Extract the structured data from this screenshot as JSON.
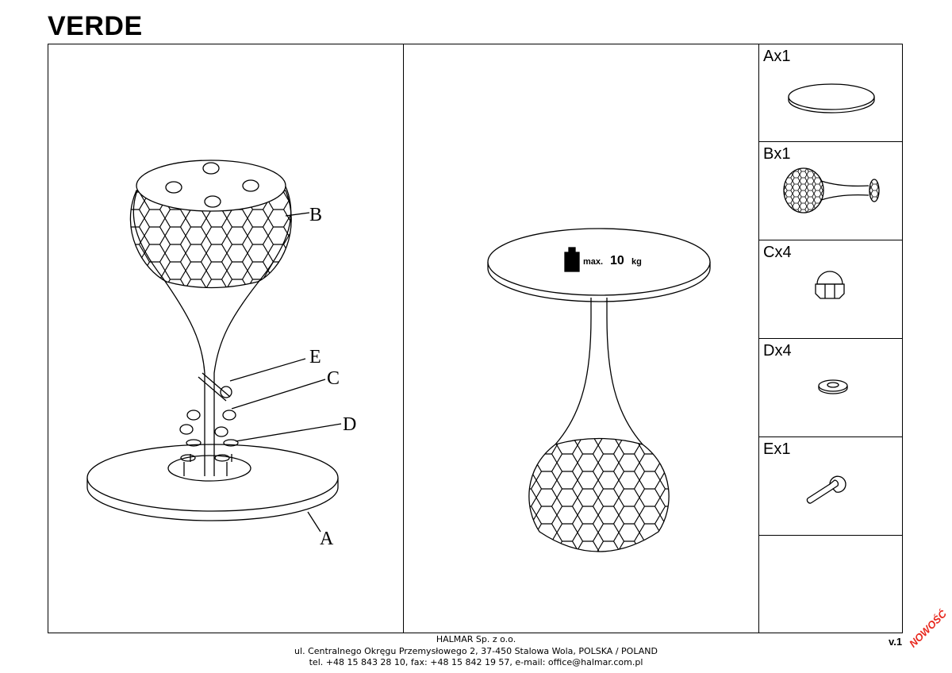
{
  "header": {
    "title": "VERDE"
  },
  "diagram": {
    "callouts": [
      "A",
      "B",
      "C",
      "D",
      "E"
    ],
    "max_load": {
      "prefix": "max.",
      "value": "10",
      "unit": "kg"
    }
  },
  "parts": [
    {
      "label": "Ax1",
      "icon": "table-top-icon"
    },
    {
      "label": "Bx1",
      "icon": "base-leg-icon"
    },
    {
      "label": "Cx4",
      "icon": "cap-nut-icon"
    },
    {
      "label": "Dx4",
      "icon": "washer-icon"
    },
    {
      "label": "Ex1",
      "icon": "wrench-icon"
    }
  ],
  "footer": {
    "company": "HALMAR Sp. z o.o.",
    "address": "ul. Centralnego Okręgu Przemysłowego 2, 37-450 Stalowa Wola, POLSKA / POLAND",
    "contact": "tel. +48 15 843 28 10, fax: +48 15 842 19 57, e-mail: office@halmar.com.pl",
    "version": "v.1",
    "badge": "NOWOŚĆ"
  },
  "colors": {
    "badge": "#e8281e"
  }
}
